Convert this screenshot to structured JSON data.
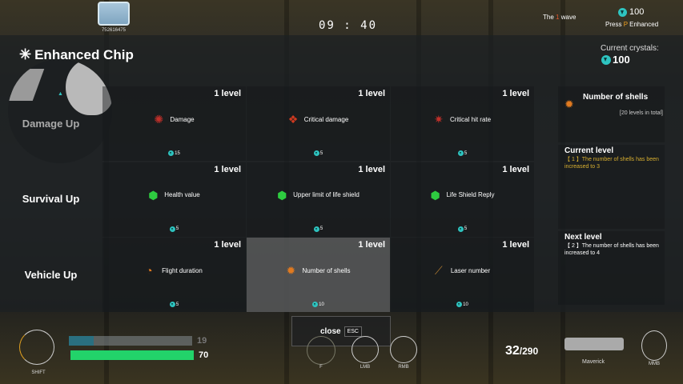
{
  "top": {
    "player_id": "752616475",
    "timer": "09 : 40",
    "wave_prefix": "The",
    "wave_number": "1",
    "wave_suffix": "wave",
    "crystals": "100",
    "press_prefix": "Press",
    "press_key": "P",
    "press_suffix": "Enhanced"
  },
  "panel": {
    "title": "Enhanced Chip",
    "current_crystals_label": "Current crystals:",
    "current_crystals": "100",
    "categories": [
      "Damage Up",
      "Survival Up",
      "Vehicle Up"
    ],
    "cells": [
      {
        "name": "Damage",
        "level": "1 level",
        "cost": "15",
        "icon": "damage-icon",
        "color": "#c0302a"
      },
      {
        "name": "Critical damage",
        "level": "1 level",
        "cost": "5",
        "icon": "critical-damage-icon",
        "color": "#d03a20"
      },
      {
        "name": "Critical hit rate",
        "level": "1 level",
        "cost": "5",
        "icon": "critical-hit-rate-icon",
        "color": "#c0302a"
      },
      {
        "name": "Health value",
        "level": "1 level",
        "cost": "5",
        "icon": "health-shield-icon",
        "color": "#2ecc40"
      },
      {
        "name": "Upper limit of life shield",
        "level": "1 level",
        "cost": "5",
        "icon": "life-shield-icon",
        "color": "#2ecc40"
      },
      {
        "name": "Life Shield Reply",
        "level": "1 level",
        "cost": "5",
        "icon": "shield-reply-icon",
        "color": "#2ecc40"
      },
      {
        "name": "Flight duration",
        "level": "1 level",
        "cost": "5",
        "icon": "flight-duration-icon",
        "color": "#e07a20"
      },
      {
        "name": "Number of shells",
        "level": "1 level",
        "cost": "10",
        "icon": "shells-icon",
        "color": "#e07a20"
      },
      {
        "name": "Laser number",
        "level": "1 level",
        "cost": "10",
        "icon": "laser-icon",
        "color": "#b07a30"
      }
    ],
    "detail": {
      "title": "Number of shells",
      "total": "[20 levels in total]",
      "current_label": "Current level",
      "current_desc": "【 1 】The number of shells has been increased to 3",
      "next_label": "Next level",
      "next_desc": "【 2 】The number of shells has been increased to 4"
    },
    "close_label": "close",
    "close_key": "ESC"
  },
  "hud": {
    "shift": "SHIFT",
    "shield": "19",
    "health": "70",
    "health_pct": 100,
    "shield_pct": 20,
    "f": "F",
    "lmb": "LMB",
    "rmb": "RMB",
    "ammo": "32",
    "ammo_total": "/290",
    "weapon": "Maverick",
    "mmb": "MMB"
  }
}
